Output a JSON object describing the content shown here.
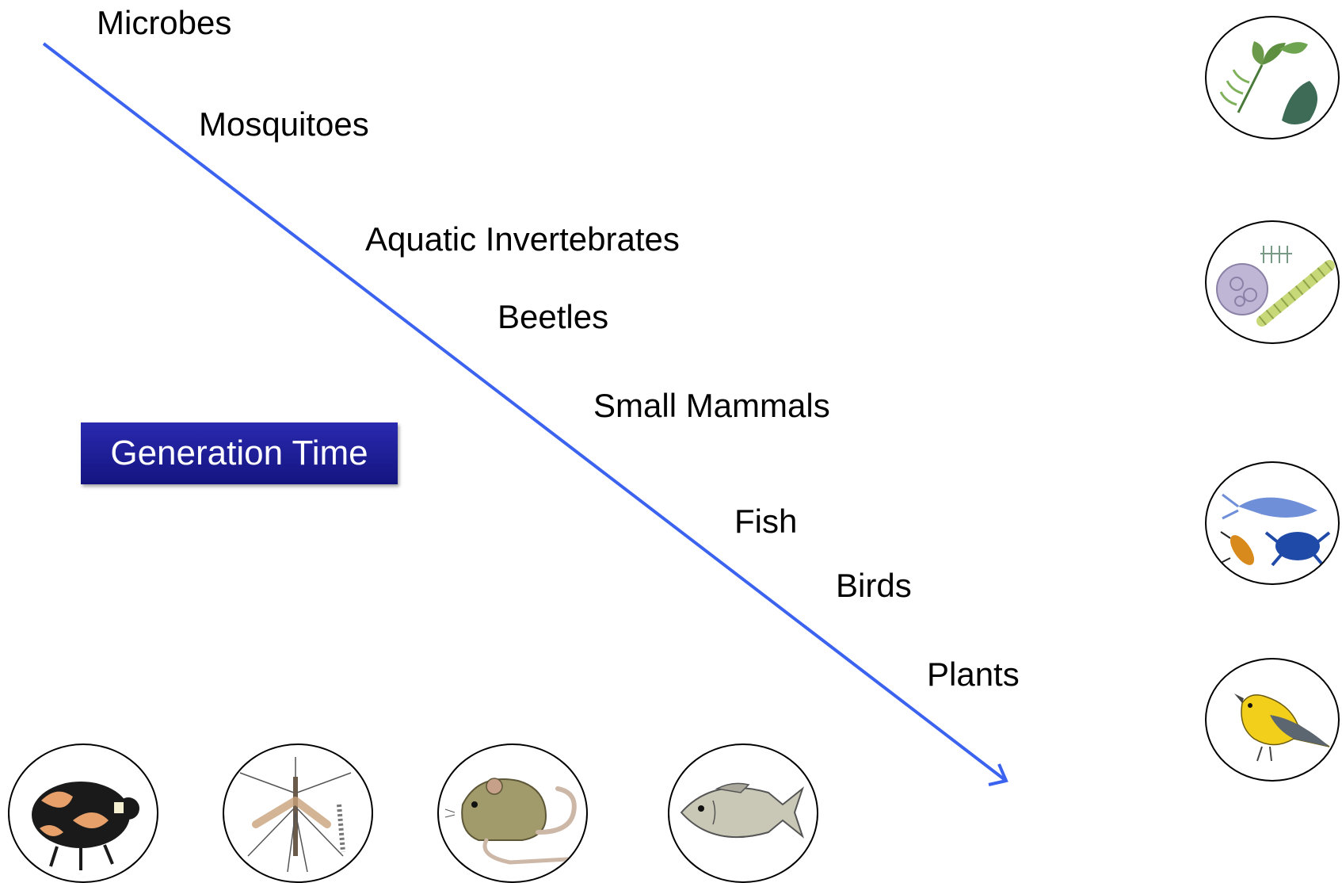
{
  "labels": {
    "microbes": "Microbes",
    "mosquitoes": "Mosquitoes",
    "aquatic_invertebrates": "Aquatic Invertebrates",
    "beetles": "Beetles",
    "small_mammals": "Small Mammals",
    "fish": "Fish",
    "birds": "Birds",
    "plants": "Plants"
  },
  "axis_label": "Generation Time",
  "colors": {
    "arrow": "#3b63f0",
    "label_box": "#1c1c96"
  },
  "icons": {
    "right_column": [
      "leaves-icon",
      "microbes-icon",
      "crustaceans-icon",
      "bird-icon"
    ],
    "bottom_row": [
      "beetle-icon",
      "mosquito-icon",
      "mouse-icon",
      "fish-icon"
    ]
  }
}
